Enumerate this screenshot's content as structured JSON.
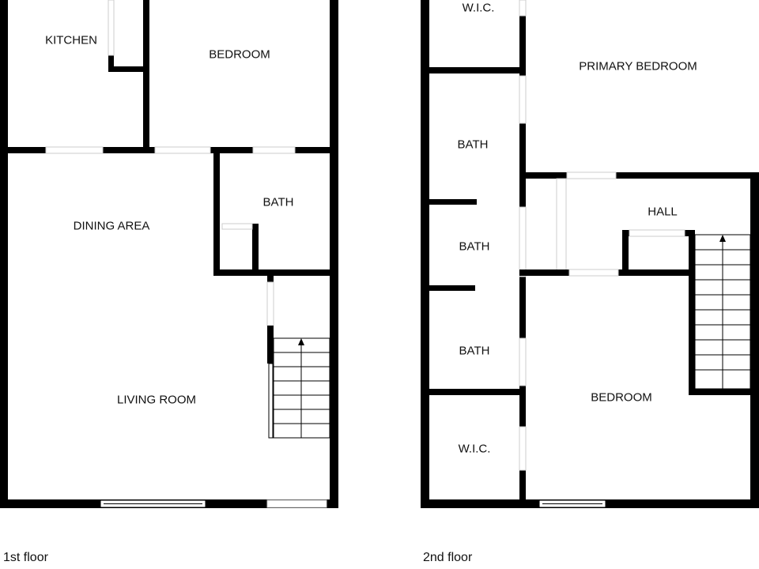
{
  "floors": [
    {
      "label": "1st floor",
      "rooms": [
        "KITCHEN",
        "BEDROOM",
        "BATH",
        "DINING AREA",
        "LIVING ROOM"
      ]
    },
    {
      "label": "2nd floor",
      "rooms": [
        "W.I.C.",
        "PRIMARY BEDROOM",
        "BATH",
        "HALL",
        "BATH",
        "BATH",
        "BEDROOM",
        "W.I.C."
      ]
    }
  ],
  "colors": {
    "wall": "#000000",
    "background": "#ffffff",
    "window": "#ffffff"
  }
}
